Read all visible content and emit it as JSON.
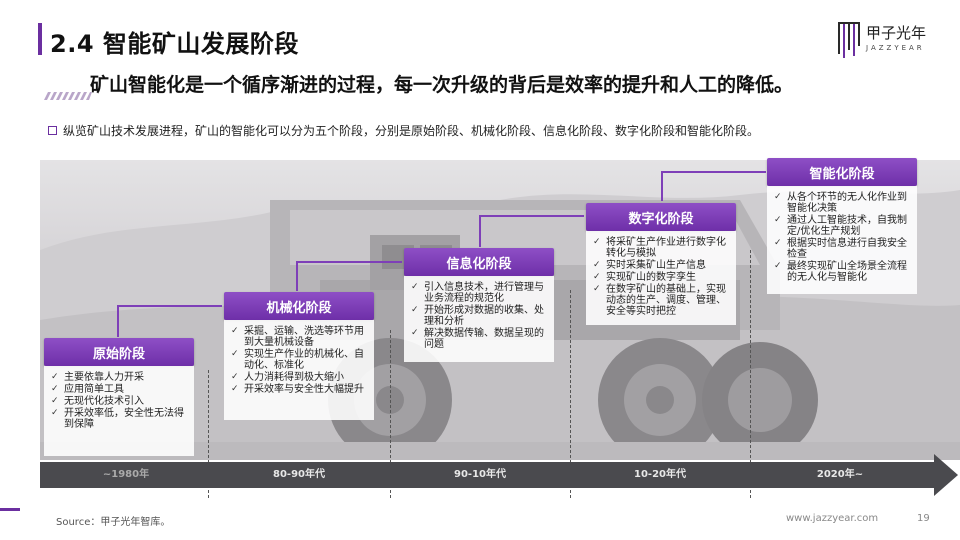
{
  "header": {
    "title": "2.4 智能矿山发展阶段",
    "subtitle": "矿山智能化是一个循序渐进的过程，每一次升级的背后是效率的提升和人工的降低。",
    "intro": "纵览矿山技术发展进程，矿山的智能化可以分为五个阶段，分别是原始阶段、机械化阶段、信息化阶段、数字化阶段和智能化阶段。"
  },
  "logo": {
    "name": "甲子光年",
    "en": "JAZZYEAR",
    "icon": "jazzyear-logo-icon"
  },
  "colors": {
    "accent": "#6b2fa0",
    "stage_head": "#7e3fb8",
    "timeline": "#4a4a4e"
  },
  "stages": [
    {
      "title": "原始阶段",
      "items": [
        "主要依靠人力开采",
        "应用简单工具",
        "无现代化技术引入",
        "开采效率低，安全性无法得到保障"
      ]
    },
    {
      "title": "机械化阶段",
      "items": [
        "采掘、运输、洗选等环节用到大量机械设备",
        "实现生产作业的机械化、自动化、标准化",
        "人力消耗得到极大缩小",
        "开采效率与安全性大幅提升"
      ]
    },
    {
      "title": "信息化阶段",
      "items": [
        "引入信息技术，进行管理与业务流程的规范化",
        "开始形成对数据的收集、处理和分析",
        "解决数据传输、数据呈现的问题"
      ]
    },
    {
      "title": "数字化阶段",
      "items": [
        "将采矿生产作业进行数字化转化与模拟",
        "实时采集矿山生产信息",
        "实现矿山的数字孪生",
        "在数字矿山的基础上，实现动态的生产、调度、管理、安全等实时把控"
      ]
    },
    {
      "title": "智能化阶段",
      "items": [
        "从各个环节的无人化作业到智能化决策",
        "通过人工智能技术，自我制定/优化生产规划",
        "根据实时信息进行自我安全检查",
        "最终实现矿山全场景全流程的无人化与智能化"
      ]
    }
  ],
  "timeline": [
    "~1980年",
    "80-90年代",
    "90-10年代",
    "10-20年代",
    "2020年~"
  ],
  "footer": {
    "source": "Source：甲子光年智库。",
    "url": "www.jazzyear.com",
    "page": "19"
  }
}
